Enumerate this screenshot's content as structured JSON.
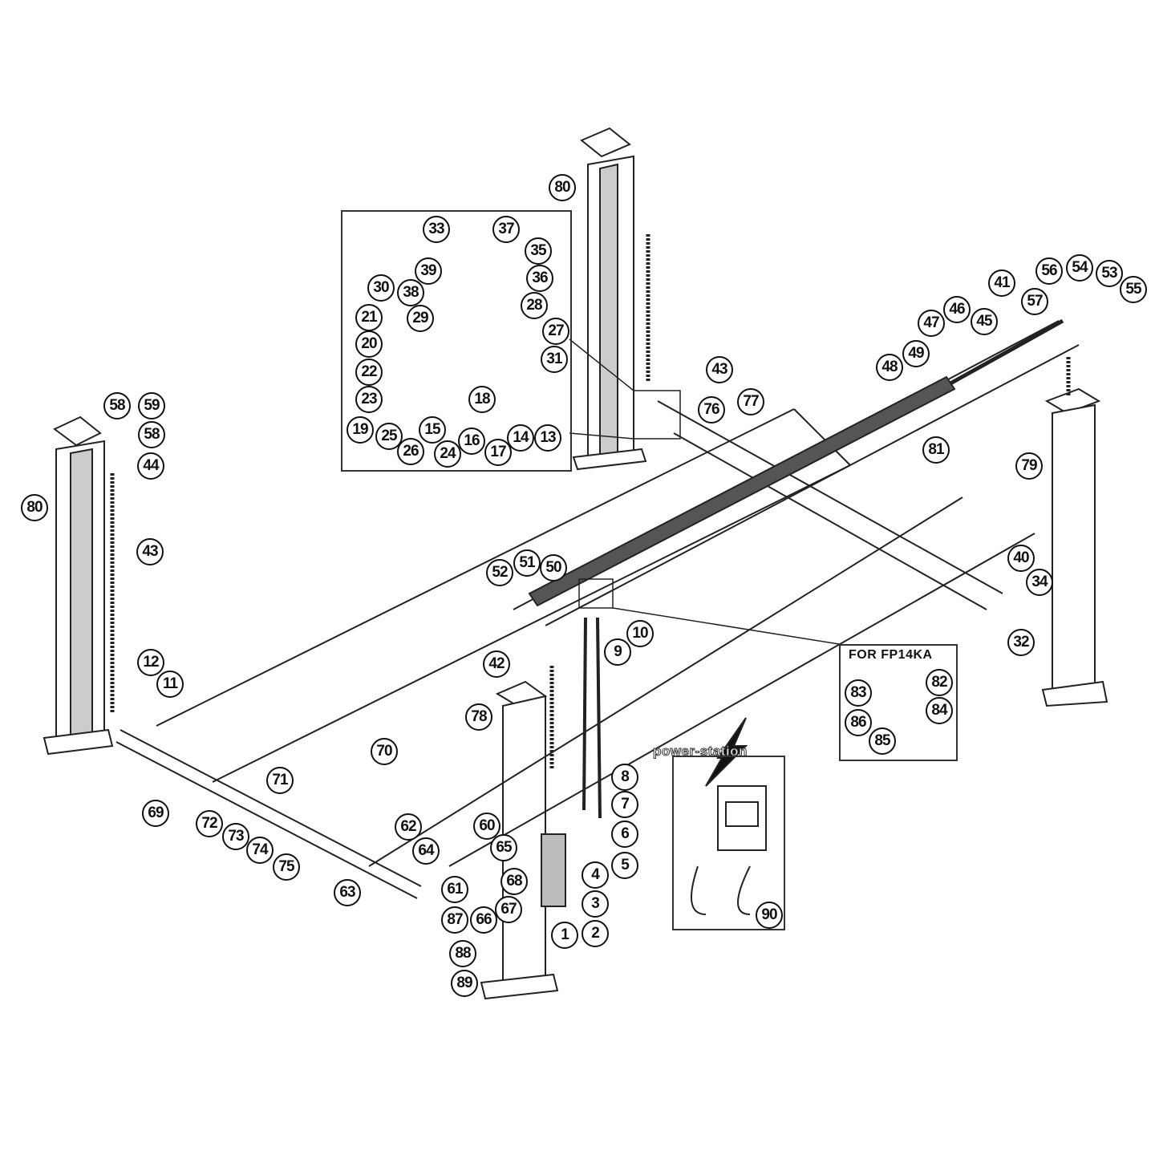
{
  "inset_fp14ka": {
    "title": "FOR FP14KA"
  },
  "power_station": {
    "logo": "power-station"
  },
  "callouts": [
    "80",
    "33",
    "37",
    "35",
    "39",
    "36",
    "30",
    "38",
    "28",
    "29",
    "21",
    "27",
    "20",
    "31",
    "22",
    "43",
    "23",
    "18",
    "19",
    "25",
    "15",
    "26",
    "24",
    "16",
    "17",
    "14",
    "13",
    "58",
    "59",
    "58",
    "44",
    "80",
    "43",
    "41",
    "56",
    "54",
    "53",
    "55",
    "57",
    "47",
    "46",
    "45",
    "49",
    "48",
    "76",
    "77",
    "81",
    "79",
    "40",
    "34",
    "32",
    "52",
    "51",
    "50",
    "10",
    "9",
    "42",
    "82",
    "83",
    "84",
    "86",
    "85",
    "12",
    "11",
    "78",
    "70",
    "70",
    "8",
    "7",
    "69",
    "71",
    "72",
    "73",
    "74",
    "75",
    "62",
    "60",
    "64",
    "6",
    "65",
    "5",
    "4",
    "63",
    "61",
    "68",
    "3",
    "67",
    "66",
    "87",
    "2",
    "1",
    "88",
    "89",
    "90"
  ]
}
